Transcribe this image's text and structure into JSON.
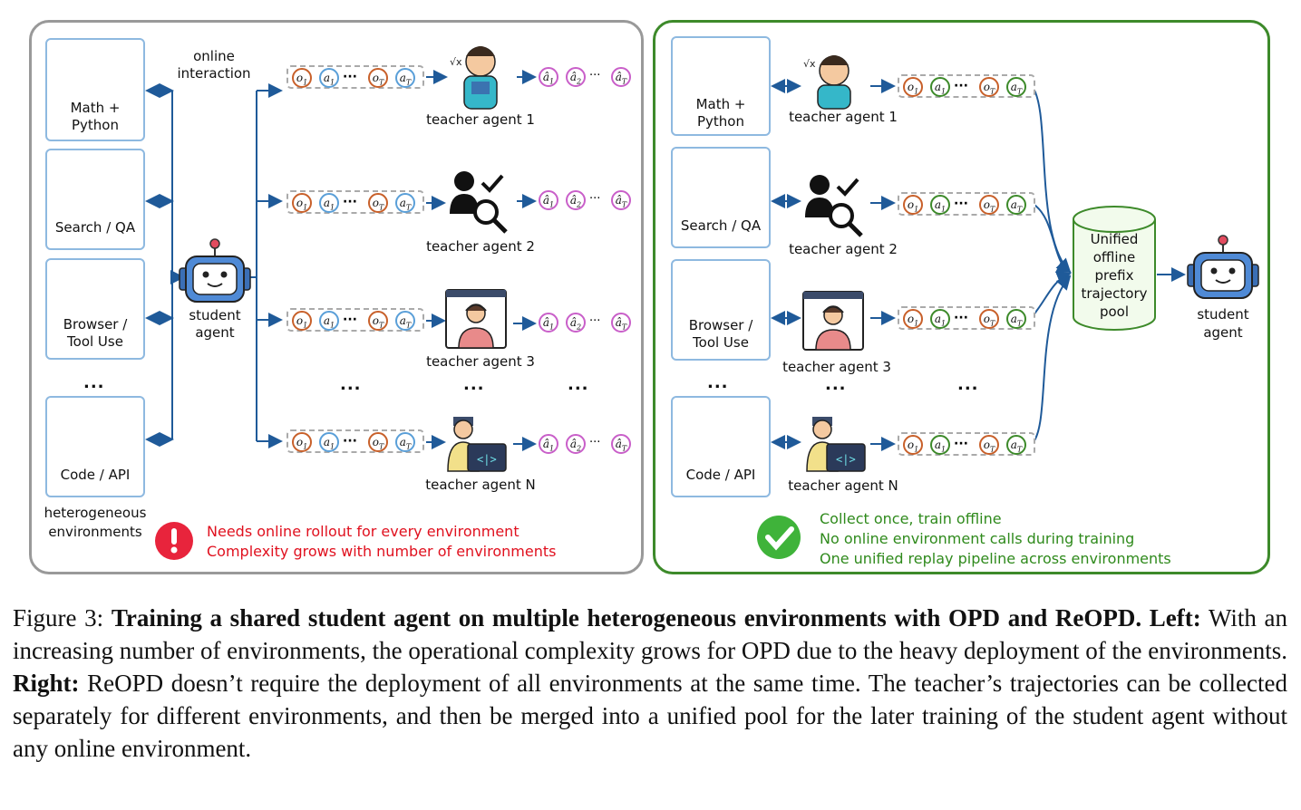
{
  "left": {
    "environments": [
      "Math +\nPython",
      "Search / QA",
      "Browser /\nTool Use",
      "Code / API"
    ],
    "env_dots": "...",
    "env_caption": "heterogeneous\nenvironments",
    "online_label": "online\ninteraction",
    "student_label": "student\nagent",
    "teachers": [
      "teacher agent 1",
      "teacher agent 2",
      "teacher agent 3",
      "teacher agent N"
    ],
    "row_dots": "...",
    "warning_lines": [
      "Needs online rollout for every environment",
      "Complexity grows with number of environments"
    ]
  },
  "right": {
    "environments": [
      "Math +\nPython",
      "Search / QA",
      "Browser /\nTool Use",
      "Code / API"
    ],
    "teachers": [
      "teacher agent 1",
      "teacher agent 2",
      "teacher agent 3",
      "teacher agent N"
    ],
    "row_dots": "...",
    "pool_label": "Unified\noffline\nprefix\ntrajectory\npool",
    "student_label": "student\nagent",
    "benefit_lines": [
      "Collect once, train offline",
      "No online environment calls during training",
      "One unified replay pipeline across environments"
    ]
  },
  "tokens": {
    "o1": "o",
    "a1": "a",
    "oT": "o",
    "aT": "a",
    "sub1": "1",
    "subT": "T",
    "ahat1": "â",
    "ahat2": "â",
    "ahatT": "â",
    "sub2": "2"
  },
  "caption": {
    "prefix": "Figure 3: ",
    "bold1": "Training a shared student agent on multiple heterogeneous environments with OPD and ReOPD.",
    "bold2": " Left:",
    "text1": " With an increasing number of environments, the operational complexity grows for OPD due to the heavy deployment of the environments. ",
    "bold3": "Right:",
    "text2": " ReOPD doesn’t require the deployment of all environments at the same time. The teacher’s trajectories can be collected separately for different environments, and then be merged into a unified pool for the later training of the student agent without any online environment."
  },
  "colors": {
    "arrow": "#1f5a99",
    "obs": "#c8602a",
    "act_left": "#5a9fd8",
    "act_right": "#3d8a2a",
    "hat": "#c95fc9",
    "warn": "#e0101e",
    "ok": "#2f8a1c"
  }
}
